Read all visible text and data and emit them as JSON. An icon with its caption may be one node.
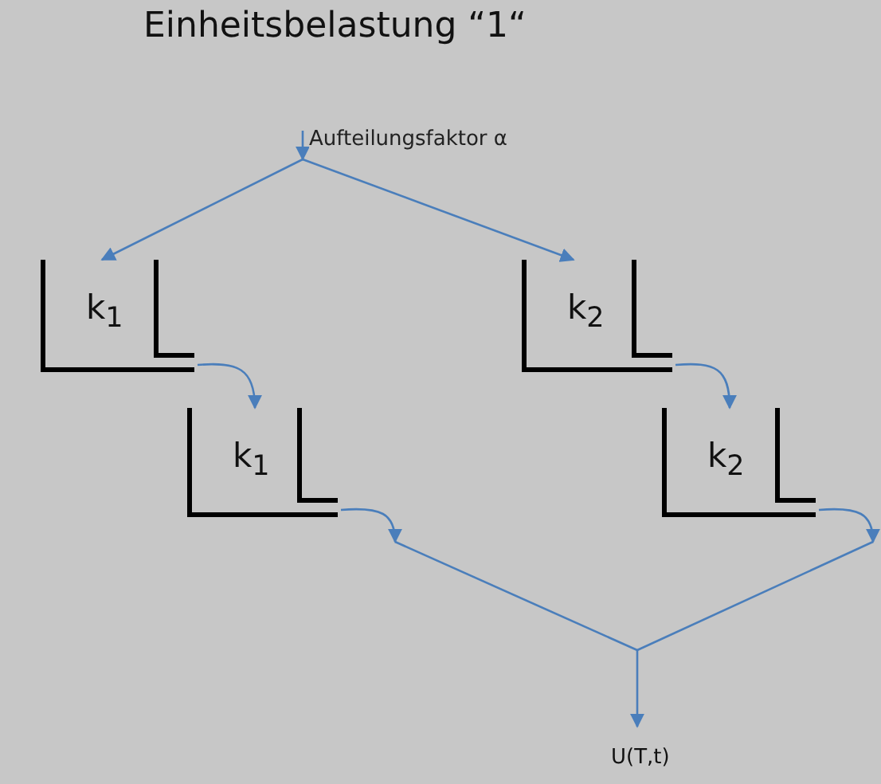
{
  "diagram": {
    "nodes": [
      {
        "text": [
          "Einheitsbelastung “1“"
        ]
      },
      {
        "text": [
          "k$_{1}$"
        ]
      },
      {
        "text": [
          "k$_{1}$"
        ]
      },
      {
        "text": [
          "k$_{2}$"
        ]
      },
      {
        "text": [
          "k$_{2}$"
        ]
      },
      {
        "text": [
          "U(T,t)"
        ]
      }
    ],
    "edges": [
      {
        "from": 0,
        "to": 1,
        "arrow": "to",
        "label": "Aufteilungsfaktor α"
      },
      {
        "from": 0,
        "to": 3,
        "arrow": "to"
      },
      {
        "from": 1,
        "to": 2,
        "arrow": "to"
      },
      {
        "from": 3,
        "to": 4,
        "arrow": "to"
      },
      {
        "from": 2,
        "to": 5,
        "arrow": "to"
      },
      {
        "from": 4,
        "to": 5,
        "arrow": "to"
      }
    ]
  }
}
